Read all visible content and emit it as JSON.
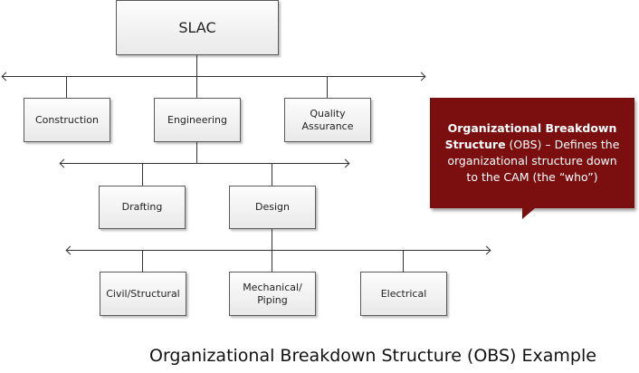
{
  "nodes": {
    "root": "SLAC",
    "construction": "Construction",
    "engineering": "Engineering",
    "quality": [
      "Quality",
      "Assurance"
    ],
    "drafting": "Drafting",
    "design": "Design",
    "civil": "Civil/Structural",
    "mechanical": [
      "Mechanical/",
      "Piping"
    ],
    "electrical": "Electrical"
  },
  "callout": {
    "bold": "Organizational Breakdown Structure",
    "rest_line1": " (OBS) – Defines the",
    "rest_line2": "organizational structure down",
    "rest_line3": "to the CAM (the “who”)",
    "bold_line1": "Organizational Breakdown",
    "bold_line2": "Structure",
    "color": "#7b0f0f"
  },
  "caption": "Organizational Breakdown Structure (OBS) Example"
}
